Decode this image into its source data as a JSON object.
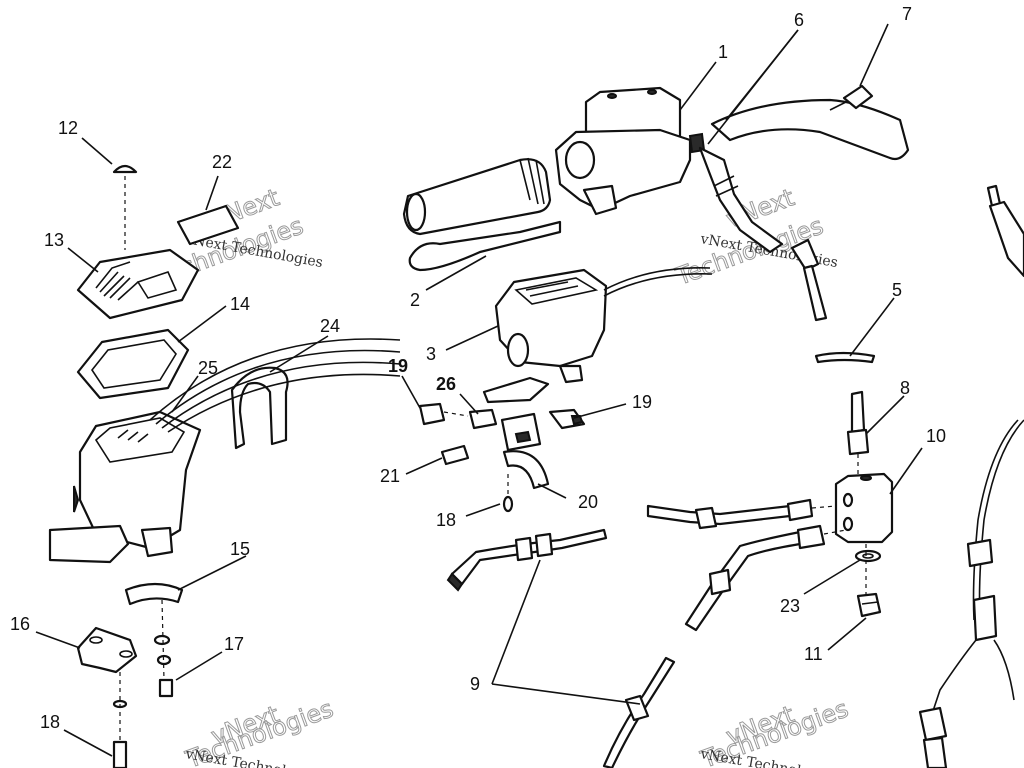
{
  "callouts": {
    "c1": "1",
    "c2": "2",
    "c3": "3",
    "c5": "5",
    "c6": "6",
    "c7": "7",
    "c8": "8",
    "c9": "9",
    "c10": "10",
    "c11": "11",
    "c12": "12",
    "c13": "13",
    "c14": "14",
    "c15": "15",
    "c16": "16",
    "c17": "17",
    "c18a": "18",
    "c18b": "18",
    "c19a": "19",
    "c19b": "19",
    "c20": "20",
    "c21": "21",
    "c22": "22",
    "c23": "23",
    "c24": "24",
    "c25": "25",
    "c26": "26"
  },
  "watermark": {
    "line1": "vNext Technologies",
    "line2": "vNext",
    "line3": "Technologies"
  },
  "colors": {
    "ink": "#111111",
    "paper": "#ffffff",
    "watermark": "#9a9a9a"
  }
}
